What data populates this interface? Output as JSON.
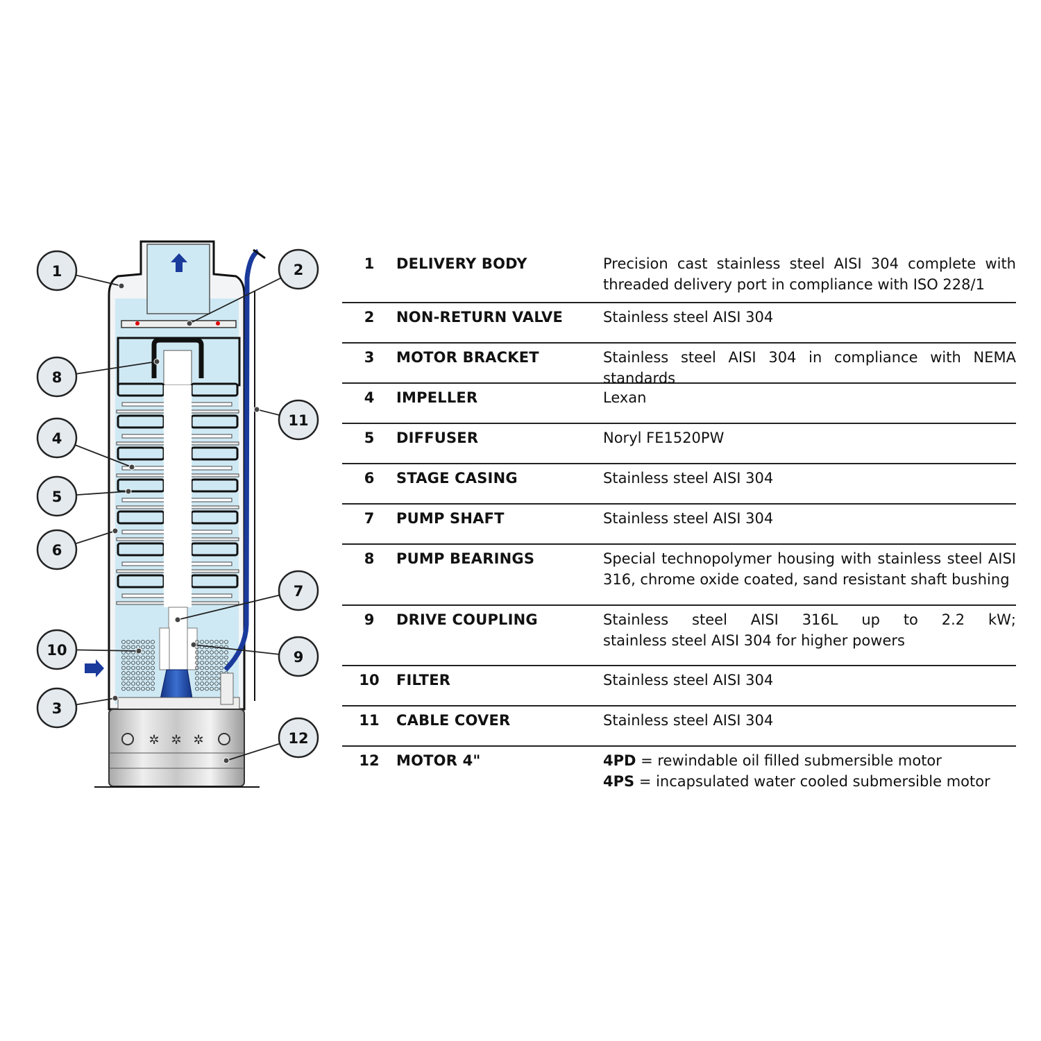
{
  "colors": {
    "water": "#cfe9f4",
    "blue": "#1a3a9c",
    "steel": "#d9d9d9",
    "outline": "#1a1a1a"
  },
  "callouts": [
    "1",
    "2",
    "3",
    "4",
    "5",
    "6",
    "7",
    "8",
    "9",
    "10",
    "11",
    "12"
  ],
  "parts": [
    {
      "num": "1",
      "name": "DELIVERY BODY",
      "desc": [
        "Precision cast stainless steel AISI 304 complete with",
        "threaded delivery port in compliance with ISO 228/1"
      ]
    },
    {
      "num": "2",
      "name": "NON-RETURN VALVE",
      "desc": [
        "Stainless steel AISI 304"
      ]
    },
    {
      "num": "3",
      "name": "MOTOR BRACKET",
      "desc": [
        "Stainless steel AISI 304 in compliance with NEMA standards"
      ]
    },
    {
      "num": "4",
      "name": "IMPELLER",
      "desc": [
        "Lexan"
      ]
    },
    {
      "num": "5",
      "name": "DIFFUSER",
      "desc": [
        "Noryl FE1520PW"
      ]
    },
    {
      "num": "6",
      "name": "STAGE CASING",
      "desc": [
        "Stainless steel AISI 304"
      ]
    },
    {
      "num": "7",
      "name": "PUMP SHAFT",
      "desc": [
        "Stainless steel AISI 304"
      ]
    },
    {
      "num": "8",
      "name": "PUMP BEARINGS",
      "desc": [
        "Special technopolymer housing with stainless steel AISI",
        "316, chrome oxide coated, sand resistant shaft bushing"
      ]
    },
    {
      "num": "9",
      "name": "DRIVE COUPLING",
      "desc": [
        "Stainless steel AISI 316L up to 2.2 kW;",
        "stainless steel AISI 304 for higher powers"
      ]
    },
    {
      "num": "10",
      "name": "FILTER",
      "desc": [
        "Stainless steel AISI 304"
      ]
    },
    {
      "num": "11",
      "name": "CABLE COVER",
      "desc": [
        "Stainless steel AISI 304"
      ]
    },
    {
      "num": "12",
      "name": "MOTOR 4\"",
      "desc": []
    }
  ],
  "motor_desc": [
    {
      "code": "4PD",
      "text": " = rewindable oil filled submersible motor"
    },
    {
      "code": "4PS",
      "text": " = incapsulated water cooled submersible motor"
    }
  ]
}
